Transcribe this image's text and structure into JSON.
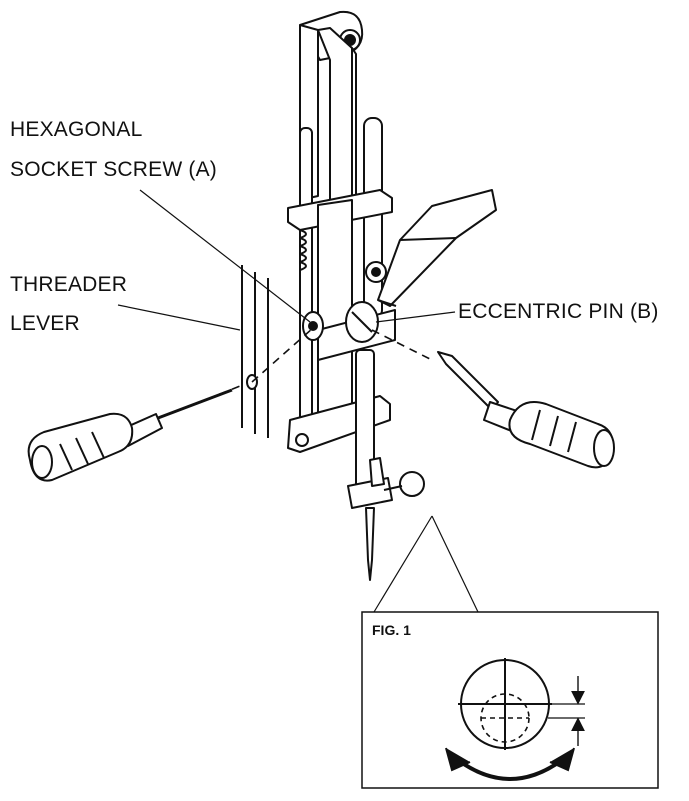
{
  "labels": {
    "hex_screw_line1": "HEXAGONAL",
    "hex_screw_line2": "SOCKET SCREW (A)",
    "threader_line1": "THREADER",
    "threader_line2": "LEVER",
    "eccentric_pin": "ECCENTRIC PIN (B)"
  },
  "inset": {
    "title": "FIG. 1"
  },
  "icons": [
    "screwdriver-icon",
    "rotation-arrow-icon",
    "eccentric-pin-icon"
  ]
}
